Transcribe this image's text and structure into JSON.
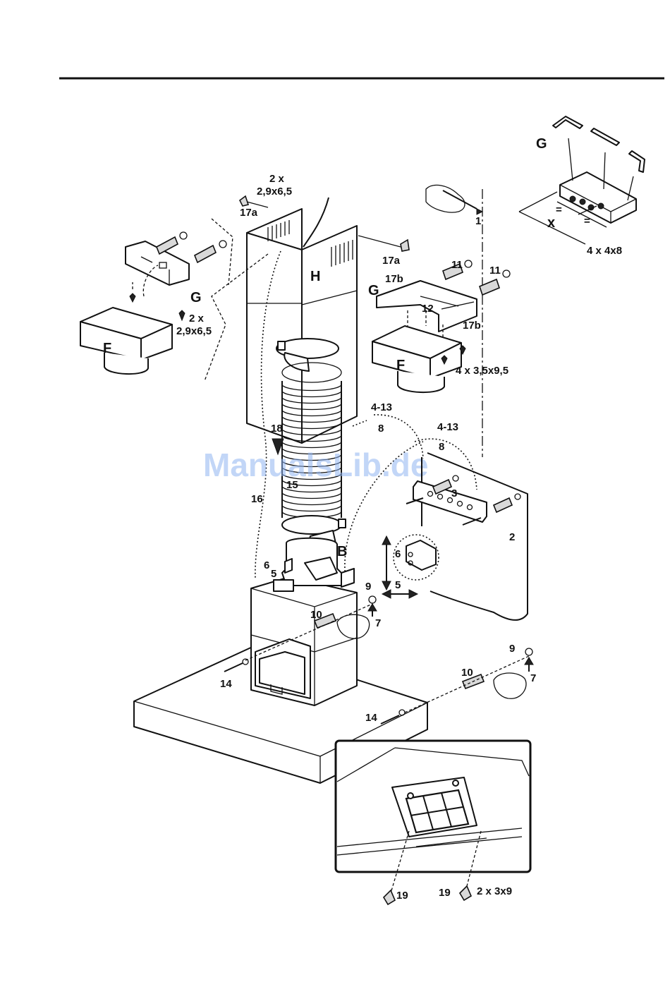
{
  "labels": {
    "G_top_right": "G",
    "x_dim": "x",
    "eq1": "=",
    "eq2": "=",
    "screws_4x4x8": "4 x 4x8",
    "one": "1",
    "two_x": "2 x",
    "size_29x65_top": "2,9x6,5",
    "p17a_left": "17a",
    "p17a_right": "17a",
    "H": "H",
    "G_left": "G",
    "two_x_left": "2 x",
    "size_29x65_left": "2,9x6,5",
    "F_left": "F",
    "p11a": "11",
    "p11b": "11",
    "p17b_top": "17b",
    "G_mid": "G",
    "p12": "12",
    "p17b_bottom": "17b",
    "F_mid": "F",
    "screws_4x35x95": "4 x 3,5x9,5",
    "p4_13a": "4-13",
    "p8a": "8",
    "p4_13b": "4-13",
    "p8b": "8",
    "p18": "18",
    "p15": "15",
    "p16": "16",
    "p3": "3",
    "p2": "2",
    "B": "B",
    "p6a": "6",
    "p5a": "5",
    "p6b": "6",
    "p5b": "5",
    "p9a": "9",
    "p7a": "7",
    "p10a": "10",
    "p14a": "14",
    "p9b": "9",
    "p10b": "10",
    "p7b": "7",
    "p14b": "14",
    "p19a": "19",
    "p19b": "19",
    "screws_2x3x9": "2 x 3x9"
  },
  "watermark": "ManualsLib.de"
}
